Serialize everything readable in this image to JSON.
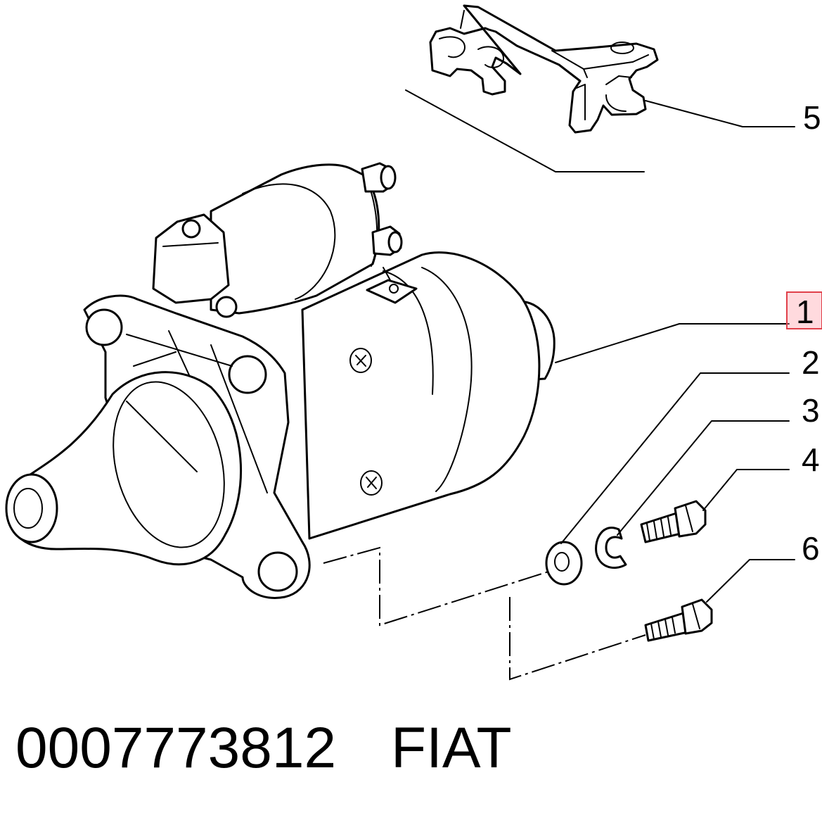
{
  "callouts": [
    {
      "id": "1",
      "label": "1",
      "highlighted": true
    },
    {
      "id": "2",
      "label": "2",
      "highlighted": false
    },
    {
      "id": "3",
      "label": "3",
      "highlighted": false
    },
    {
      "id": "4",
      "label": "4",
      "highlighted": false
    },
    {
      "id": "5",
      "label": "5",
      "highlighted": false
    },
    {
      "id": "6",
      "label": "6",
      "highlighted": false
    }
  ],
  "caption": {
    "part_number": "0007773812",
    "brand": "FIAT"
  },
  "colors": {
    "line": "#000000",
    "background": "#ffffff",
    "highlight_fill": "#ffc0c8",
    "highlight_border": "#e0404a"
  }
}
